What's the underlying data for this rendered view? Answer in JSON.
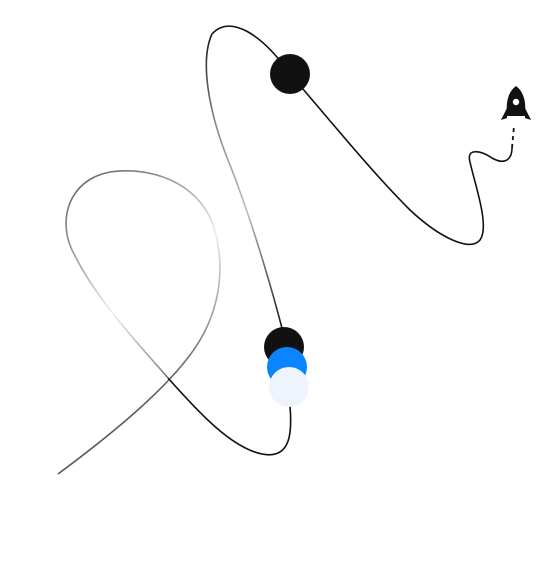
{
  "scene": {
    "background": "#ffffff",
    "path_color": "#111111",
    "path_fade_color": "#ffffff"
  },
  "nodes": [
    {
      "name": "node-black-top",
      "color": "#111111"
    },
    {
      "name": "node-black-bottom",
      "color": "#111111"
    },
    {
      "name": "node-blue",
      "color": "#0a84ff"
    },
    {
      "name": "node-pale",
      "color": "#eef3fc"
    }
  ],
  "icons": {
    "rocket": "rocket-icon"
  }
}
